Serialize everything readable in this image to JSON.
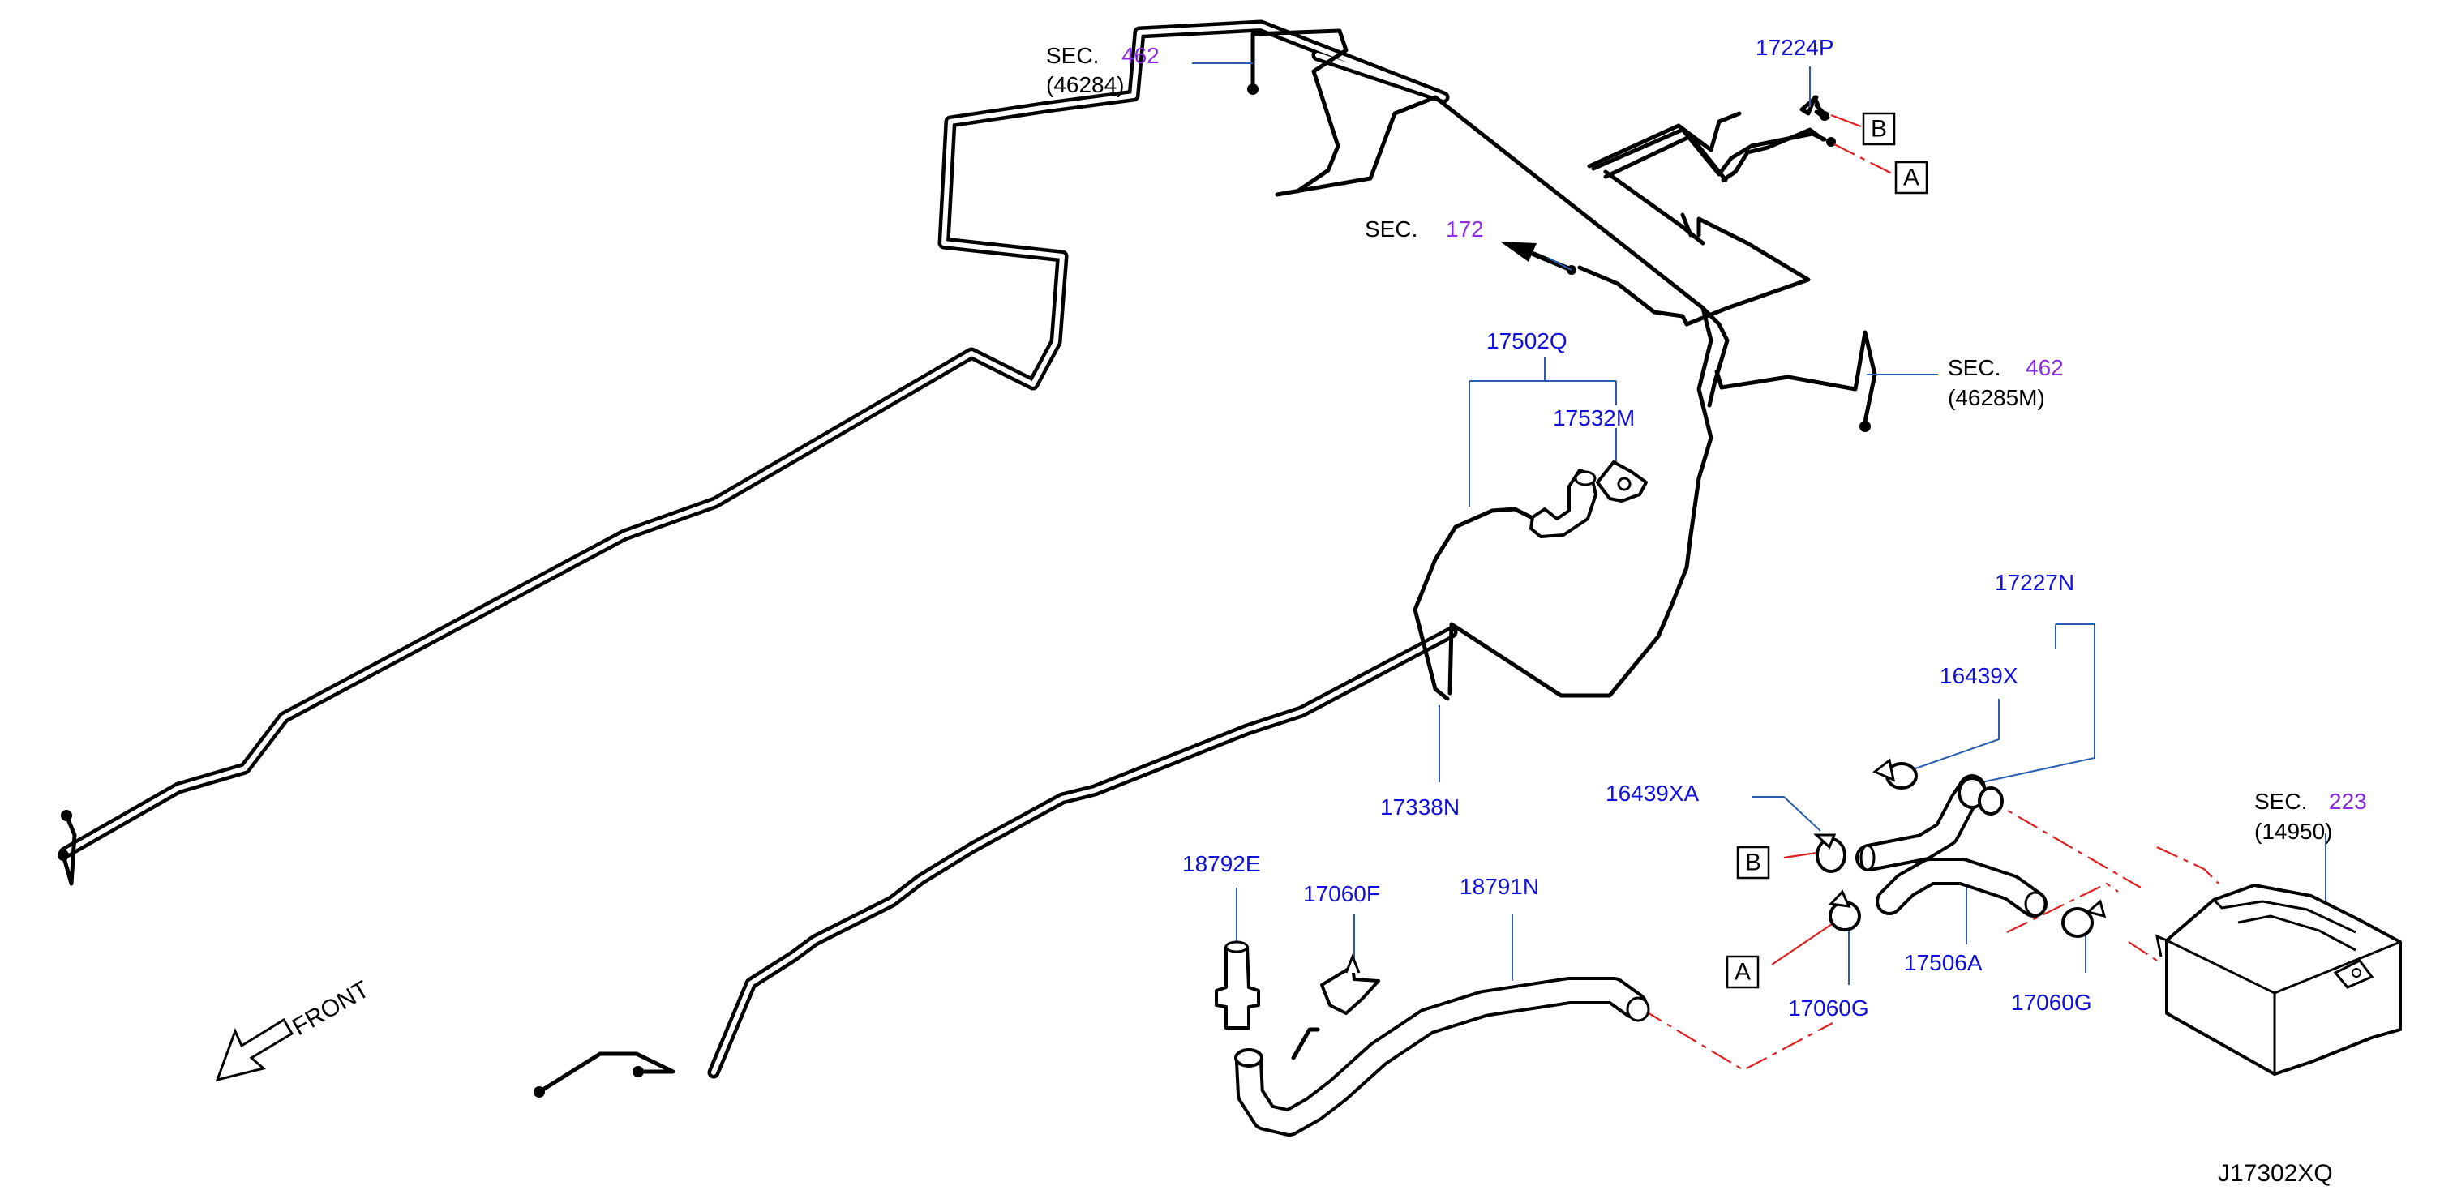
{
  "sections": {
    "sec_462_top": {
      "prefix": "SEC.",
      "number": "462",
      "sub": "(46284)"
    },
    "sec_172": {
      "prefix": "SEC.",
      "number": "172"
    },
    "sec_462_right": {
      "prefix": "SEC.",
      "number": "462",
      "sub": "(46285M)"
    },
    "sec_223": {
      "prefix": "SEC.",
      "number": "223",
      "sub": "(14950)"
    }
  },
  "parts": {
    "p17224P": "17224P",
    "p17502Q": "17502Q",
    "p17532M": "17532M",
    "p17338N": "17338N",
    "p17227N": "17227N",
    "p16439X": "16439X",
    "p16439XA": "16439XA",
    "p17506A": "17506A",
    "p17060G_left": "17060G",
    "p17060G_right": "17060G",
    "p18792E": "18792E",
    "p17060F": "17060F",
    "p18791N": "18791N"
  },
  "refs": {
    "a_top": "A",
    "b_top": "B",
    "a_bottom": "A",
    "b_bottom": "B"
  },
  "front": "FRONT",
  "diagram_code": "J17302XQ",
  "colors": {
    "section_number": "#8a2be2",
    "part_number": "#1010dd",
    "leader": "#2a5db0",
    "ref_line": "#e02020"
  }
}
